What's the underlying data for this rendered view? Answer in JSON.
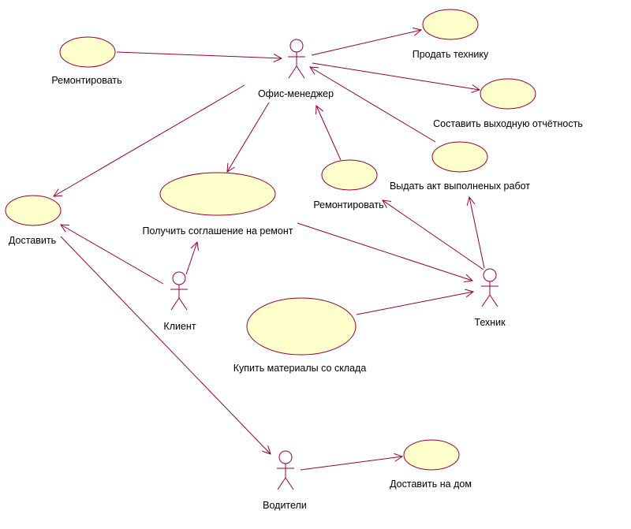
{
  "diagram": {
    "colors": {
      "line": "#990033",
      "use_case_fill": "#ffffcc",
      "text": "#000000",
      "background": "#ffffff"
    },
    "actors": {
      "office_manager": "Офис-менеджер",
      "technician": "Техник",
      "client": "Клиент",
      "drivers": "Водители"
    },
    "use_cases": {
      "repair_left": "Ремонтировать",
      "sell_equipment": "Продать технику",
      "make_report": "Составить выходную отчётность",
      "issue_act": "Выдать акт выполненых работ",
      "repair_mid": "Ремонтировать",
      "get_agreement": "Получить соглашение на ремонт",
      "deliver": "Доставить",
      "buy_materials": "Купить материалы со склада",
      "deliver_home": "Доставить на дом"
    }
  }
}
